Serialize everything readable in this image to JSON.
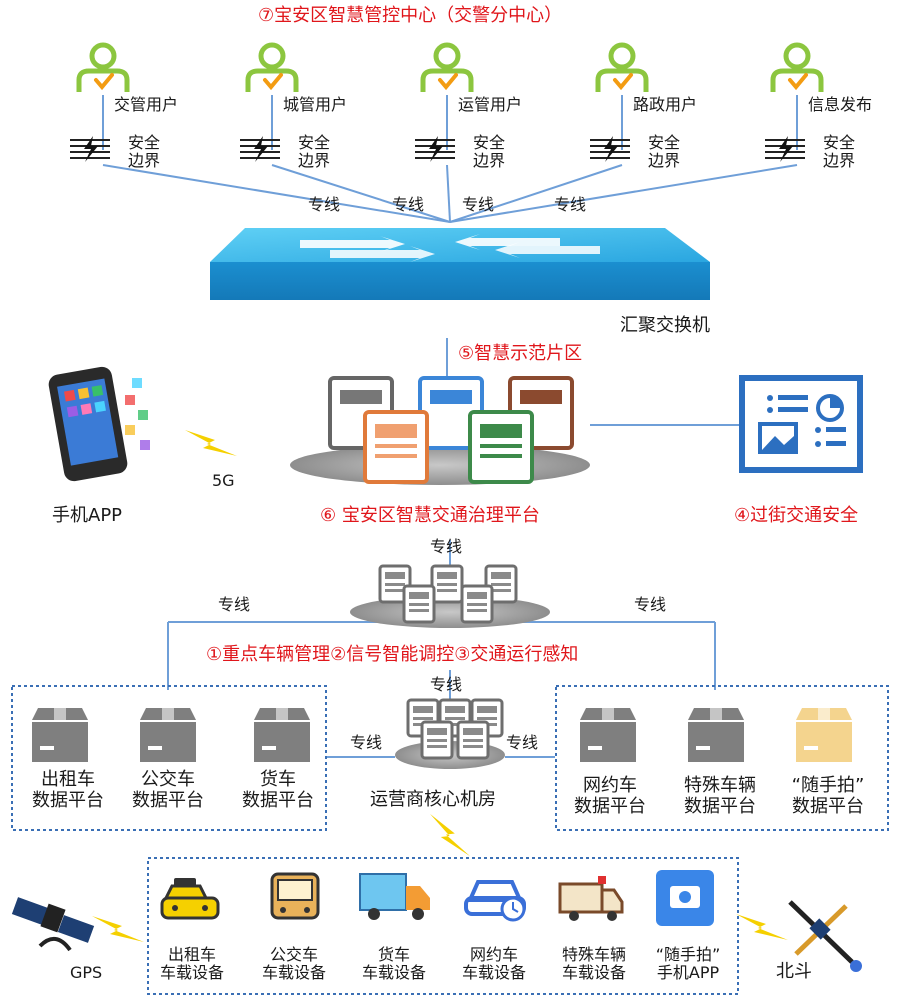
{
  "title": "⑦宝安区智慧管控中心（交警分中心）",
  "users": [
    {
      "label": "交管用户"
    },
    {
      "label": "城管用户"
    },
    {
      "label": "运管用户"
    },
    {
      "label": "路政用户"
    },
    {
      "label": "信息发布"
    }
  ],
  "security_boundary_lines": [
    "安全",
    "边界"
  ],
  "dedicated_line": "专线",
  "switch_label": "汇聚交换机",
  "demo_zone_label": "⑤智慧示范片区",
  "mobile_app_label": "手机APP",
  "network_5g": "5G",
  "platform_label": "⑥ 宝安区智慧交通治理平台",
  "crossing_safety_label": "④过街交通安全",
  "functions_label": "①重点车辆管理②信号智能调控③交通运行感知",
  "operator_room_label": "运营商核心机房",
  "data_platforms_left": [
    {
      "line1": "出租车",
      "line2": "数据平台"
    },
    {
      "line1": "公交车",
      "line2": "数据平台"
    },
    {
      "line1": "货车",
      "line2": "数据平台"
    }
  ],
  "data_platforms_right": [
    {
      "line1": "网约车",
      "line2": "数据平台"
    },
    {
      "line1": "特殊车辆",
      "line2": "数据平台"
    },
    {
      "line1": "“随手拍”",
      "line2": "数据平台"
    }
  ],
  "devices": [
    {
      "line1": "出租车",
      "line2": "车载设备"
    },
    {
      "line1": "公交车",
      "line2": "车载设备"
    },
    {
      "line1": "货车",
      "line2": "车载设备"
    },
    {
      "line1": "网约车",
      "line2": "车载设备"
    },
    {
      "line1": "特殊车辆",
      "line2": "车载设备"
    },
    {
      "line1": "“随手拍”",
      "line2": "手机APP"
    }
  ],
  "gps_label": "GPS",
  "beidou_label": "北斗",
  "colors": {
    "accent_red": "#e0161b",
    "line_blue": "#6f9fd8",
    "user_green": "#8cc63f",
    "switch_blue": "#29a8e0",
    "box_gray": "#7f7f7f",
    "dotted_blue": "#3a6fb5"
  }
}
